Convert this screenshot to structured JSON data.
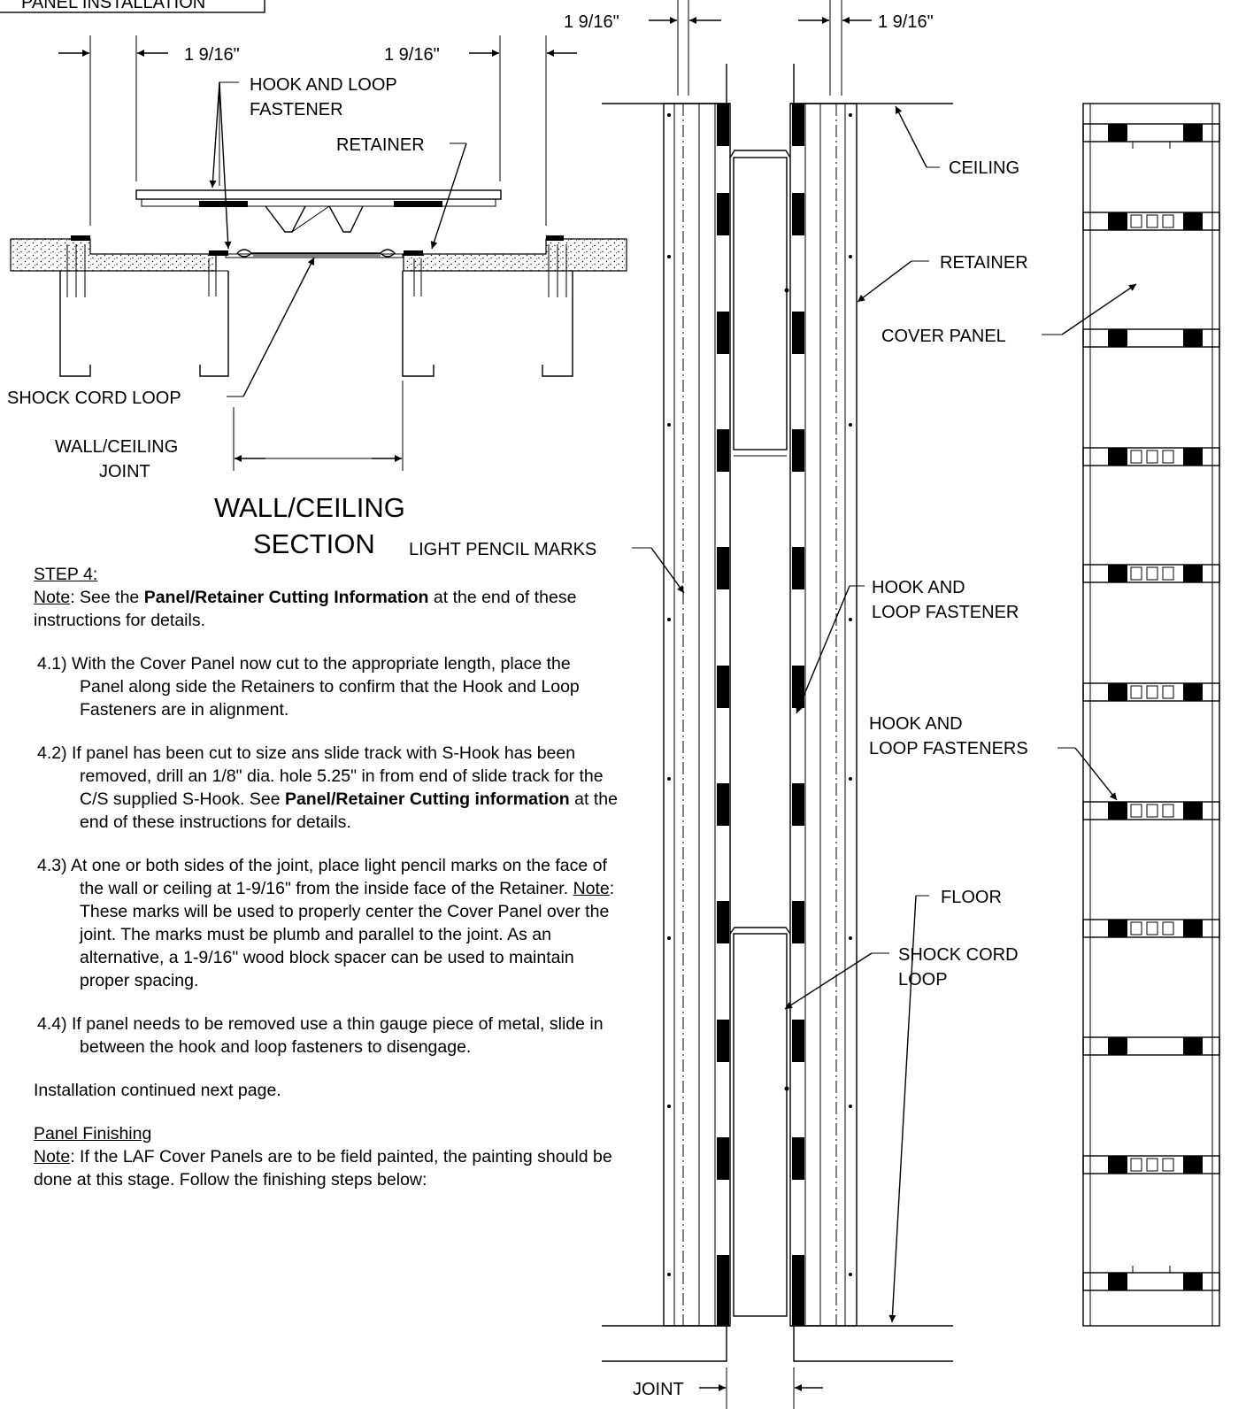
{
  "section_header": "PANEL INSTALLATION",
  "diagram_labels": {
    "dim_left_a": "1 9/16\"",
    "dim_left_b": "1 9/16\"",
    "dim_top_left": "1 9/16\"",
    "dim_top_right": "1 9/16\"",
    "hook_loop_1": "HOOK AND LOOP",
    "hook_loop_2": "FASTENER",
    "retainer_section": "RETAINER",
    "shock_cord_section": "SHOCK CORD LOOP",
    "joint_1": "WALL/CEILING",
    "joint_2": "JOINT",
    "section_title_1": "WALL/CEILING",
    "section_title_2": "SECTION",
    "light_pencil": "LIGHT PENCIL MARKS",
    "ceiling": "CEILING",
    "retainer_elev": "RETAINER",
    "cover_panel": "COVER PANEL",
    "hook_loop_elev_1": "HOOK AND",
    "hook_loop_elev_2": "LOOP FASTENER",
    "hook_loops_1": "HOOK AND",
    "hook_loops_2": "LOOP FASTENERS",
    "shock_cord_elev_1": "SHOCK CORD",
    "shock_cord_elev_2": "LOOP",
    "floor": "FLOOR",
    "joint_bottom": "JOINT"
  },
  "text": {
    "step_title": "STEP 4:",
    "note_label": "Note",
    "note_pre": ":  See the ",
    "note_bold": "Panel/Retainer Cutting Information",
    "note_post": " at the end of these instructions for details.",
    "s41": "4.1)  With the Cover Panel now cut to the appropriate length, place the Panel along side the Retainers to confirm that the Hook and Loop Fasteners are in alignment.",
    "s42_pre": "4.2)  If panel has been cut to size ans slide track with S-Hook has been removed, drill an 1/8\" dia. hole 5.25\" in from end of slide track for the C/S supplied S-Hook.  See ",
    "s42_bold": "Panel/Retainer Cutting information",
    "s42_post": " at the end of these instructions for details.",
    "s43_pre": "4.3)  At one or both sides of the joint, place light pencil marks on the face of the wall or ceiling at 1-9/16\" from the inside face of the Retainer.  ",
    "s43_note": "Note",
    "s43_post": ": These marks will be used to properly center the Cover Panel over the joint. The marks must be plumb and parallel to the joint.  As an alternative, a 1-9/16\" wood block spacer can be used to maintain proper spacing.",
    "s44": "4.4)  If panel needs to be removed use a thin gauge piece of metal, slide in between the hook and loop fasteners to disengage.",
    "continued": "Installation continued next page.",
    "finishing_title": "Panel Finishing",
    "finish_note_label": "Note",
    "finish_note": ": If the LAF Cover Panels are to be field painted, the painting should be done at this stage.  Follow the finishing steps below:"
  }
}
